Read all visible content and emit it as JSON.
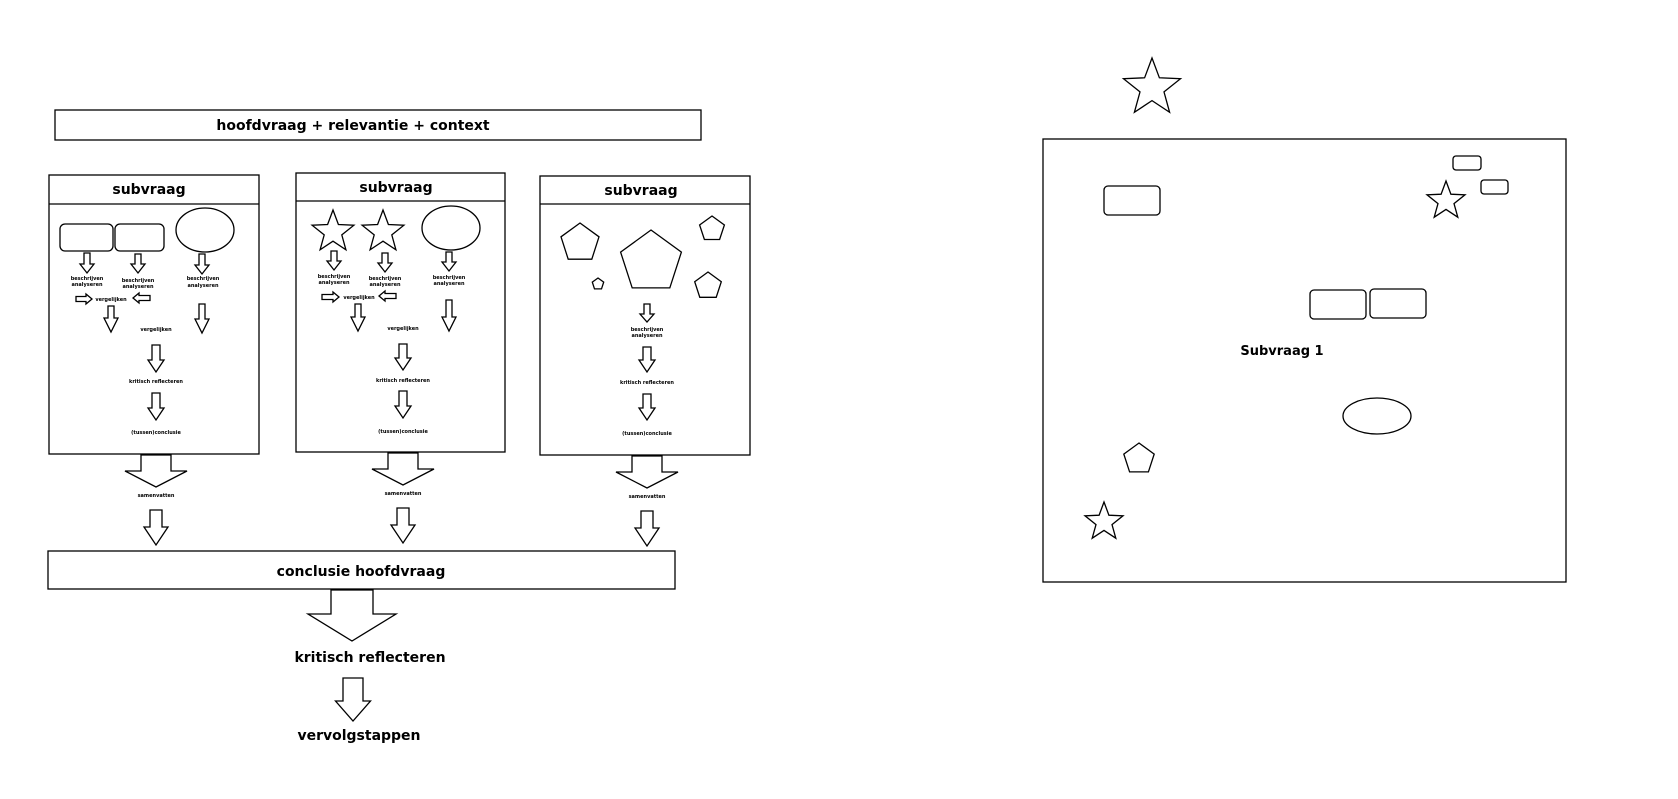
{
  "header": {
    "title": "hoofdvraag + relevantie + context"
  },
  "columns": [
    {
      "title": "subvraag",
      "shape_type": "rounded-rectangle",
      "describe": [
        "beschrijven",
        "analyseren"
      ],
      "compare_pair": "vergelijken",
      "compare_all": "vergelijken",
      "reflect": "kritisch reflecteren",
      "conclusion": "(tussen)conclusie",
      "summarize": "samenvatten"
    },
    {
      "title": "subvraag",
      "shape_type": "star",
      "describe": [
        "beschrijven",
        "analyseren"
      ],
      "compare_pair": "vergelijken",
      "compare_all": "vergelijken",
      "reflect": "kritisch reflecteren",
      "conclusion": "(tussen)conclusie",
      "summarize": "samenvatten"
    },
    {
      "title": "subvraag",
      "shape_type": "pentagon",
      "describe": [
        "beschrijven",
        "analyseren"
      ],
      "reflect": "kritisch reflecteren",
      "conclusion": "(tussen)conclusie",
      "summarize": "samenvatten"
    }
  ],
  "conclusion": {
    "title": "conclusie hoofdvraag"
  },
  "footer": {
    "reflect": "kritisch reflecteren",
    "next_steps": "vervolgstappen"
  },
  "right_panel": {
    "label": "Subvraag 1"
  }
}
